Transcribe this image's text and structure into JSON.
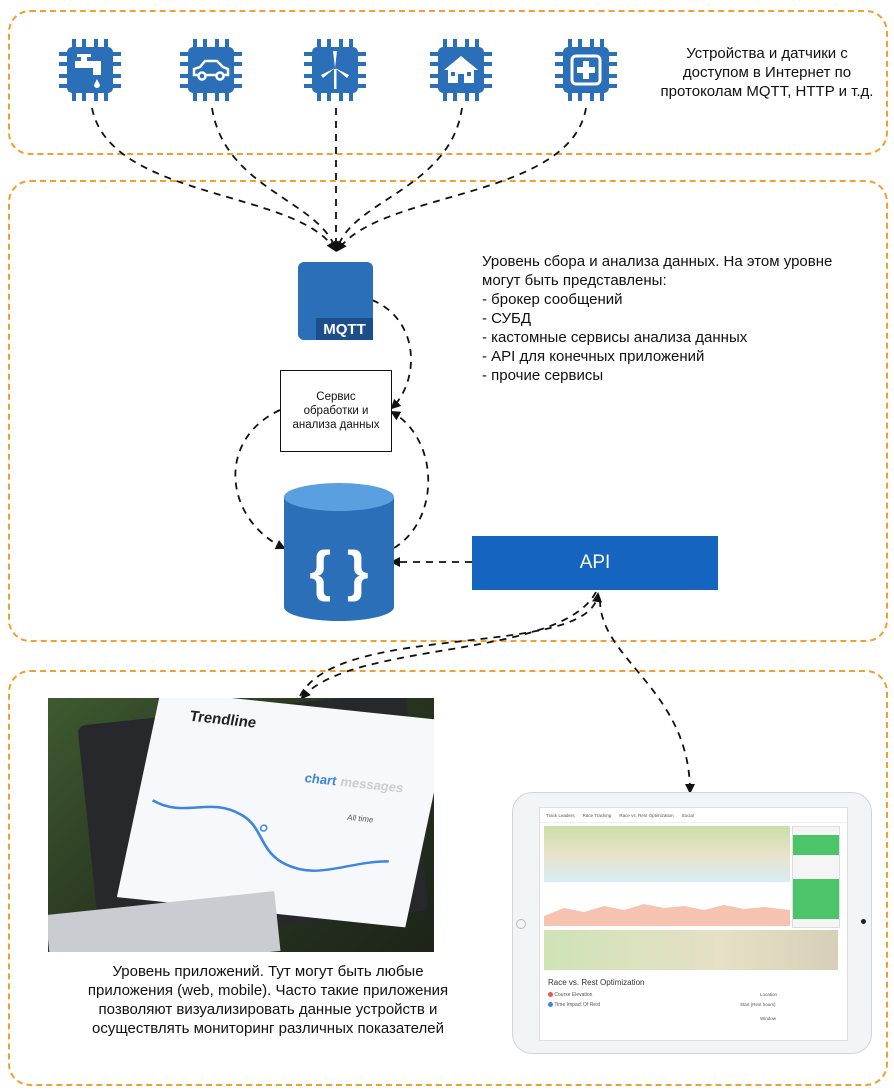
{
  "colors": {
    "accent_blue": "#2a6fb8",
    "api_blue": "#1565c0",
    "panel_border": "#f0a030",
    "arrow": "#111111"
  },
  "panels": {
    "devices": {
      "caption": "Устройства и датчики с\nдоступом в Интернет по\nпротоколам MQTT, HTTP и т.д.",
      "icons": [
        "water-tap-icon",
        "car-icon",
        "wind-turbine-icon",
        "house-icon",
        "medical-cross-icon"
      ]
    },
    "data_layer": {
      "caption": "Уровень сбора и анализа данных. На этом уровне\nмогут быть представлены:\n- брокер сообщений\n- СУБД\n- кастомные сервисы анализа данных\n- API для конечных приложений\n- прочие сервисы",
      "mqtt_label": "MQTT",
      "service_label": "Сервис\nобработки и\nанализа данных",
      "db_icon": "database-json-icon",
      "api_label": "API"
    },
    "apps": {
      "caption": "Уровень приложений. Тут могут быть любые\nприложения (web, mobile). Часто такие приложения\nпозволяют визуализировать данные устройств и\nосуществлять мониторинг различных показателей",
      "laptop": {
        "title": "Trendline",
        "tab_active": "chart",
        "tab_inactive": "messages",
        "filter": "All time"
      },
      "tablet": {
        "nav": [
          "Track Leaders",
          "Race Tracking",
          "Race vs. Rest Optimization",
          "Social"
        ],
        "section_title": "Race vs. Rest Optimization",
        "legend": [
          "Course Elevation",
          "Time Impact Of Rest"
        ],
        "fields": [
          "Location",
          "Start (Rest hours)",
          "Window"
        ]
      }
    }
  }
}
